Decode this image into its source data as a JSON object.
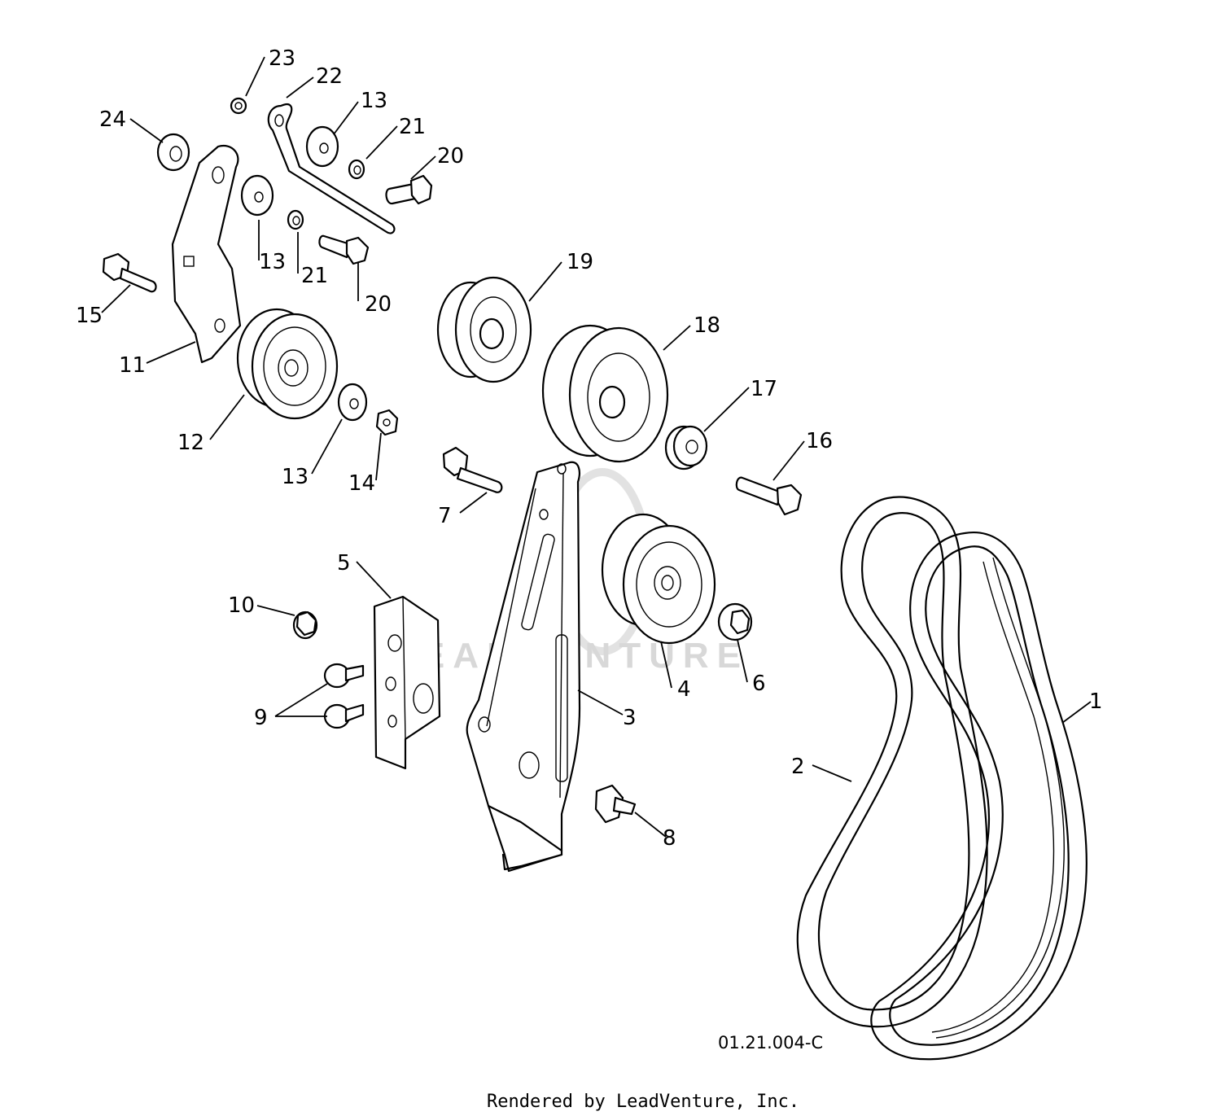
{
  "diagram": {
    "watermark": "LEADVENTURE",
    "drawing_code": "01.21.004-C",
    "credit": "Rendered by LeadVenture, Inc.",
    "callouts": [
      "1",
      "2",
      "3",
      "4",
      "5",
      "6",
      "7",
      "8",
      "9",
      "10",
      "11",
      "12",
      "13",
      "13",
      "13",
      "14",
      "15",
      "16",
      "17",
      "18",
      "19",
      "20",
      "20",
      "21",
      "21",
      "22",
      "23",
      "24"
    ]
  }
}
